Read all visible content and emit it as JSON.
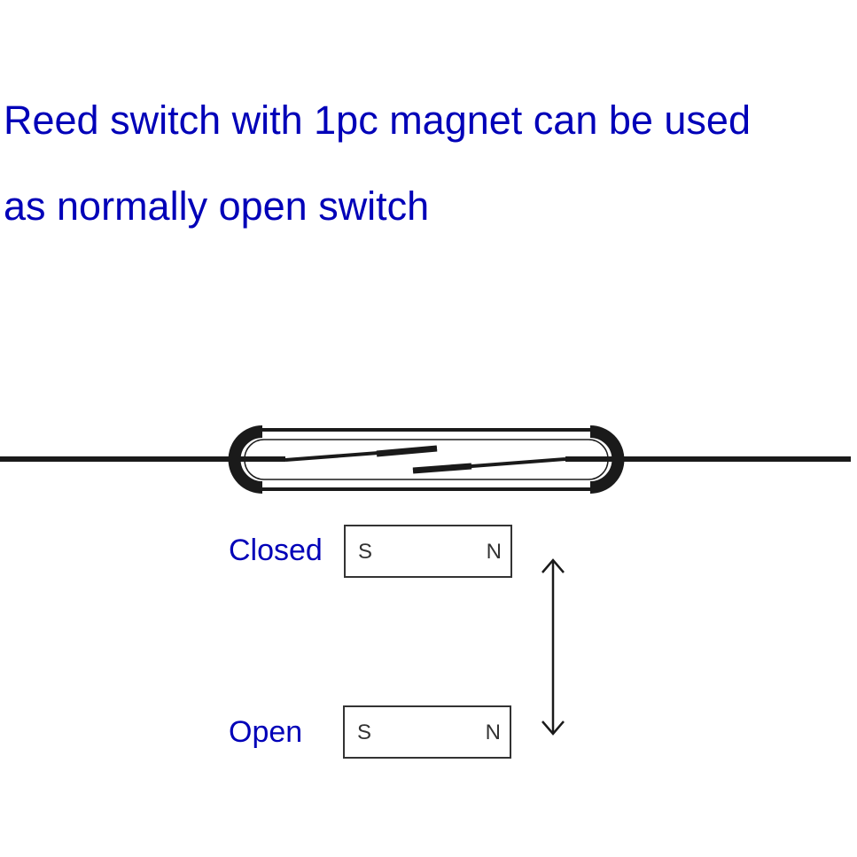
{
  "title": {
    "line1": "Reed switch with 1pc magnet can be used",
    "line2": "as normally open switch"
  },
  "magnets": [
    {
      "state_label": "Closed",
      "south_pole": "S",
      "north_pole": "N"
    },
    {
      "state_label": "Open",
      "south_pole": "S",
      "north_pole": "N"
    }
  ],
  "colors": {
    "text_accent": "#0000b8",
    "line": "#1a1a1a",
    "magnet_border": "#333333"
  }
}
